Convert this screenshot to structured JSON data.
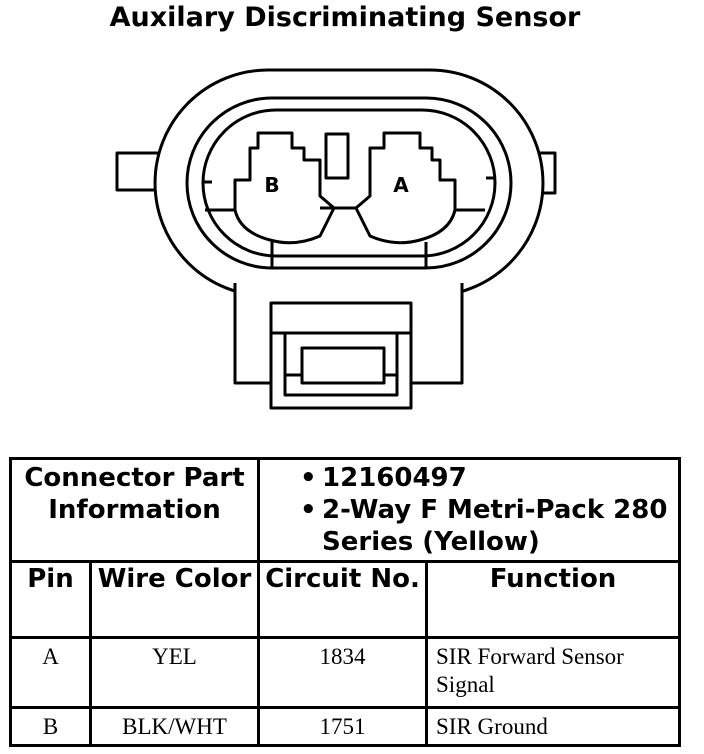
{
  "title": "Auxilary Discriminating Sensor",
  "connector": {
    "pin_labels": [
      "B",
      "A"
    ]
  },
  "table": {
    "part_info_label": "Connector Part Information",
    "part_info": [
      "12160497",
      "2-Way F Metri-Pack 280 Series (Yellow)"
    ],
    "headers": [
      "Pin",
      "Wire Color",
      "Circuit No.",
      "Function"
    ],
    "rows": [
      {
        "pin": "A",
        "color": "YEL",
        "circuit": "1834",
        "function": "SIR Forward Sensor Signal"
      },
      {
        "pin": "B",
        "color": "BLK/WHT",
        "circuit": "1751",
        "function": "SIR Ground"
      }
    ]
  }
}
